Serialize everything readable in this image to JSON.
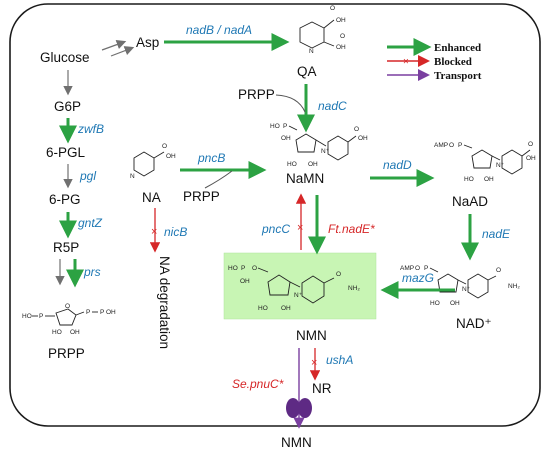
{
  "colors": {
    "enhanced": "#2ca243",
    "blocked": "#d62728",
    "transport": "#7a3fa0",
    "default_arrow": "#707070",
    "enzyme_text": "#1f78b4",
    "highlight_box": "#c8f5b4",
    "membrane": "#5e2a84"
  },
  "legend": {
    "enhanced": "Enhanced",
    "blocked": "Blocked",
    "transport": "Transport"
  },
  "metabolites": {
    "glucose": "Glucose",
    "asp": "Asp",
    "qa": "QA",
    "prpp_top": "PRPP",
    "g6p": "G6P",
    "six_pgl": "6-PGL",
    "six_pg": "6-PG",
    "r5p": "R5P",
    "prpp_left": "PRPP",
    "na": "NA",
    "prpp_mid": "PRPP",
    "namn": "NaMN",
    "naad": "NaAD",
    "nad_plus": "NAD⁺",
    "nmn": "NMN",
    "nr": "NR",
    "nmn_out": "NMN",
    "na_degradation": "NA degradation"
  },
  "enzymes": {
    "nadb_nada": "nadB / nadA",
    "nadc": "nadC",
    "zwfb": "zwfB",
    "pgl": "pgl",
    "gntz": "gntZ",
    "prs": "prs",
    "pncb": "pncB",
    "nicb": "nicB",
    "nadd": "nadD",
    "nade": "nadE",
    "pncc": "pncC",
    "ft_nade": "Ft.nadE*",
    "mazg": "mazG",
    "usha": "ushA",
    "se_pnuc": "Se.pnuC*"
  },
  "chem_labels": {
    "oh": "OH",
    "ho": "HO",
    "o": "O",
    "n": "N",
    "n_plus": "N⁺",
    "p": "P",
    "amp": "AMP",
    "nh2": "NH₂"
  }
}
